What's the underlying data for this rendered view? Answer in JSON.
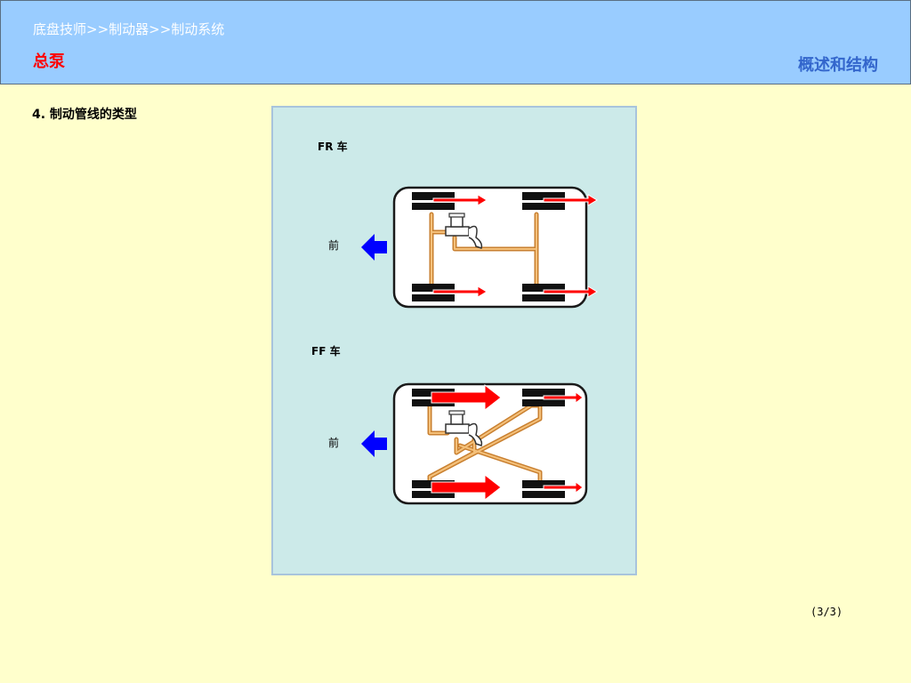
{
  "header": {
    "breadcrumb": "底盘技师>>制动器>>制动系统",
    "subtitle": "总泵",
    "section_title": "概述和结构"
  },
  "content": {
    "heading": "4.  制动管线的类型"
  },
  "diagram": {
    "fr": {
      "title": "FR 车",
      "front_label": "前"
    },
    "ff": {
      "title": "FF 车",
      "front_label": "前"
    }
  },
  "footer": {
    "page": "(3/3)"
  },
  "colors": {
    "header_bg": "#99ccff",
    "page_bg": "#ffffcc",
    "panel_bg": "#cceae9",
    "subtitle": "#ff0000",
    "section_title": "#3366cc",
    "brake_line": "#e0a050",
    "arrow_red": "#ff0000",
    "arrow_blue": "#0000ff"
  }
}
